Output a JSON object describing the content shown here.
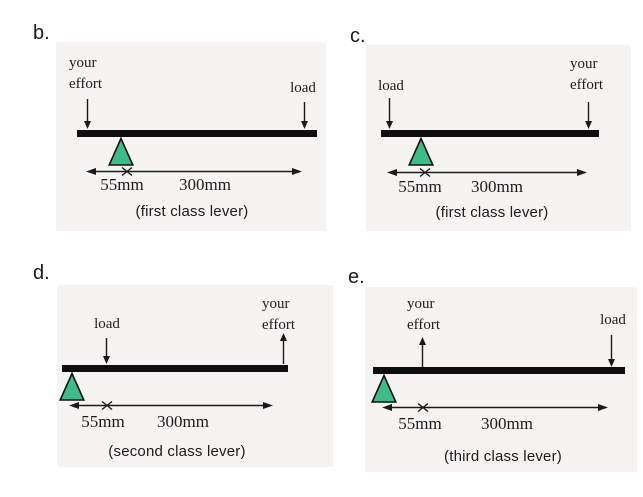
{
  "figure": {
    "colors": {
      "panel_bg": "#f5f4f2",
      "beam": "#0e0e0e",
      "fulcrum_fill": "#3ebc87",
      "ink": "#1c1c1c"
    },
    "panels": [
      {
        "letter": "b.",
        "effort_line1": "your",
        "effort_line2": "effort",
        "load_label": "load",
        "short_distance": "55mm",
        "long_distance": "300mm",
        "caption": "(first class lever)"
      },
      {
        "letter": "c.",
        "effort_line1": "your",
        "effort_line2": "effort",
        "load_label": "load",
        "short_distance": "55mm",
        "long_distance": "300mm",
        "caption": "(first class lever)"
      },
      {
        "letter": "d.",
        "effort_line1": "your",
        "effort_line2": "effort",
        "load_label": "load",
        "short_distance": "55mm",
        "long_distance": "300mm",
        "caption": "(second class lever)"
      },
      {
        "letter": "e.",
        "effort_line1": "your",
        "effort_line2": "effort",
        "load_label": "load",
        "short_distance": "55mm",
        "long_distance": "300mm",
        "caption": "(third class lever)"
      }
    ]
  }
}
